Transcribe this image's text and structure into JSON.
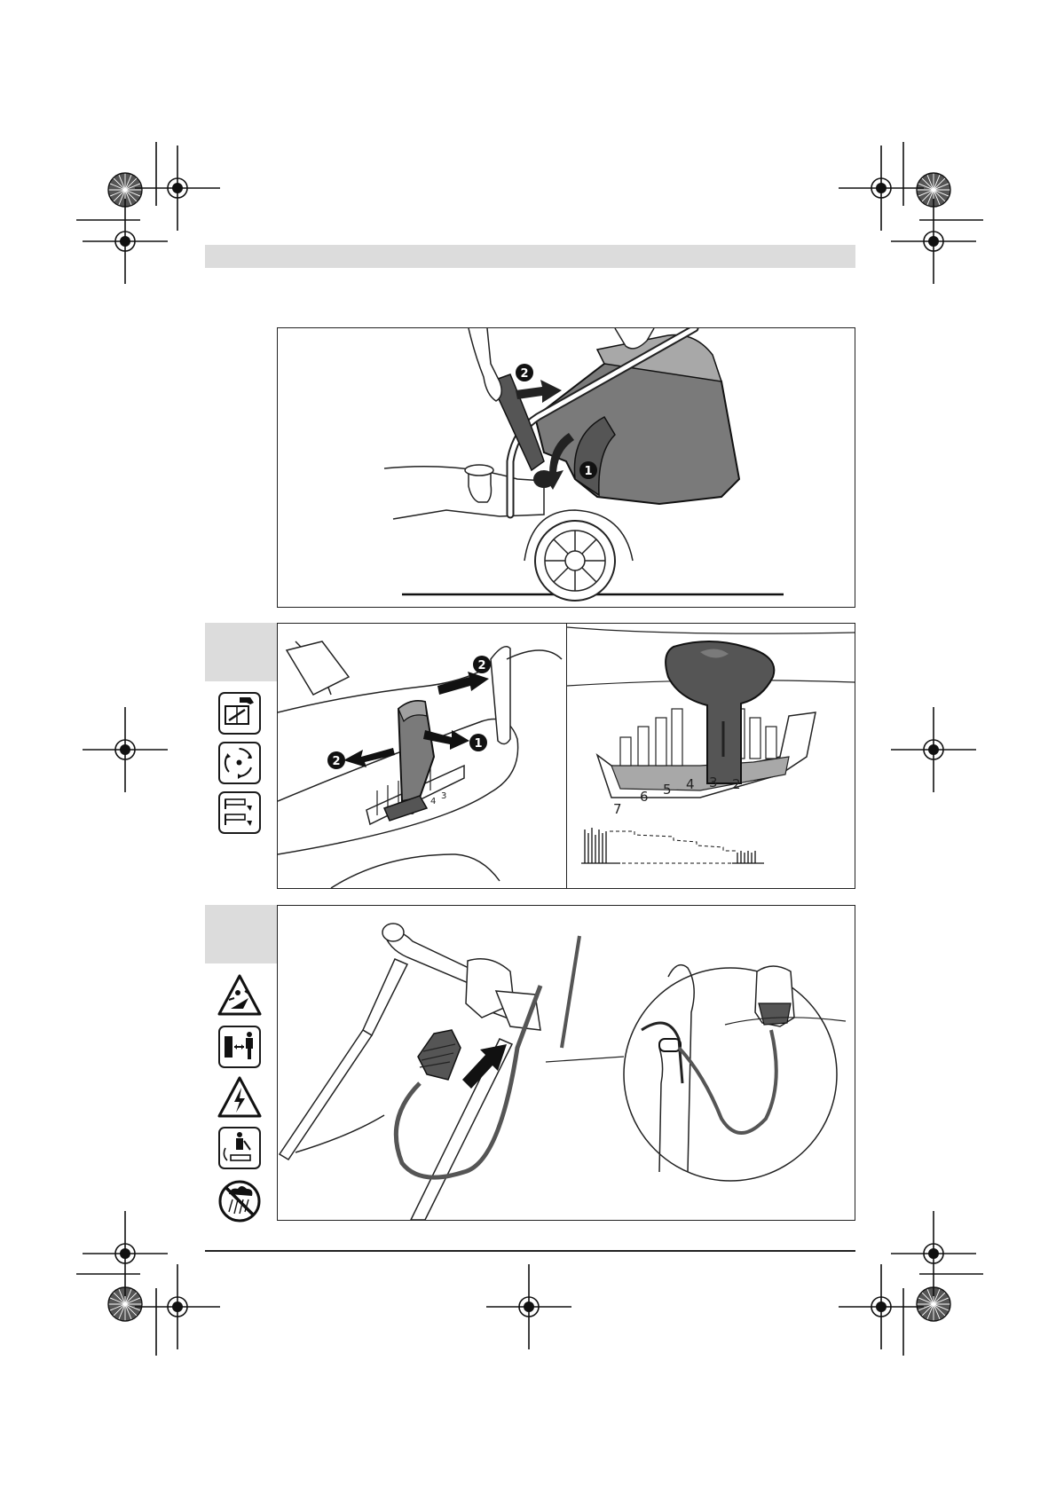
{
  "steps": {
    "step1": "1",
    "step2": "2"
  },
  "height_scale": [
    "7",
    "6",
    "5",
    "4",
    "3",
    "2"
  ],
  "colors": {
    "ink": "#1a1a1a",
    "grey_fill": "#7a7a7a",
    "dark_fill": "#555555",
    "header_grey": "#dcdcdc"
  },
  "pictograms": {
    "panel_2": [
      "read-manual-icon",
      "rotating-blade-icon",
      "remove-key-before-maintenance-icon"
    ],
    "panel_3": [
      "thrown-objects-warning-icon",
      "keep-bystanders-away-icon",
      "electric-shock-icon",
      "keep-feet-away-icon",
      "do-not-use-in-rain-icon"
    ]
  }
}
